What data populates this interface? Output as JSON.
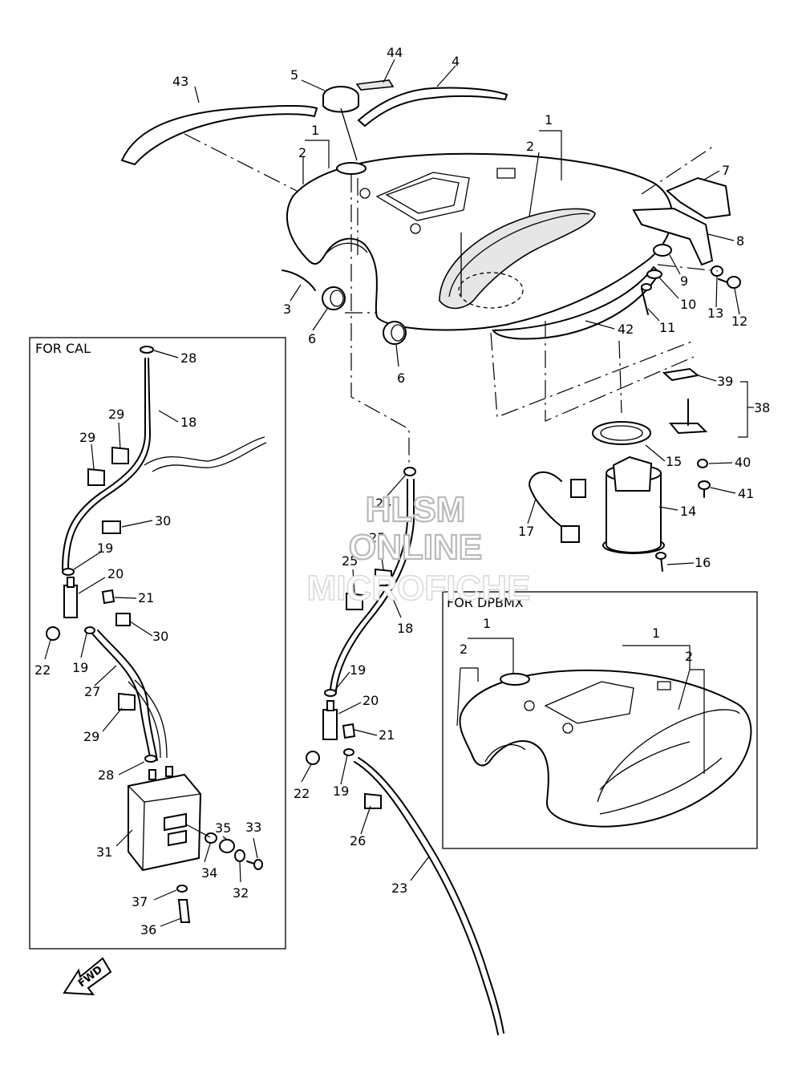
{
  "boxes": {
    "cal_label": "FOR CAL",
    "dpbmx_label": "FOR DPBMX"
  },
  "watermark": {
    "line1": "HLSM",
    "line2": "ONLINE",
    "line3": "MICROFICHE"
  },
  "direction": {
    "label": "FWD",
    "icon": "fwd-arrow-icon"
  },
  "callouts": {
    "c1a": "1",
    "c1b": "1",
    "c1c": "1",
    "c2a": "2",
    "c2b": "2",
    "c2c": "2",
    "c2d": "2",
    "c3": "3",
    "c4": "4",
    "c5": "5",
    "c6a": "6",
    "c6b": "6",
    "c7": "7",
    "c8": "8",
    "c9": "9",
    "c10": "10",
    "c11": "11",
    "c12": "12",
    "c13": "13",
    "c14": "14",
    "c15": "15",
    "c16": "16",
    "c17": "17",
    "c18a": "18",
    "c18b": "18",
    "c19a": "19",
    "c19b": "19",
    "c19c": "19",
    "c19d": "19",
    "c20a": "20",
    "c20b": "20",
    "c21a": "21",
    "c21b": "21",
    "c22a": "22",
    "c22b": "22",
    "c23": "23",
    "c24": "24",
    "c25a": "25",
    "c25b": "25",
    "c26": "26",
    "c27": "27",
    "c28a": "28",
    "c28b": "28",
    "c29a": "29",
    "c29b": "29",
    "c29c": "29",
    "c30a": "30",
    "c30b": "30",
    "c31": "31",
    "c32": "32",
    "c33": "33",
    "c34": "34",
    "c35": "35",
    "c36": "36",
    "c37": "37",
    "c38": "38",
    "c39": "39",
    "c40": "40",
    "c41": "41",
    "c42": "42",
    "c43": "43",
    "c44": "44"
  }
}
